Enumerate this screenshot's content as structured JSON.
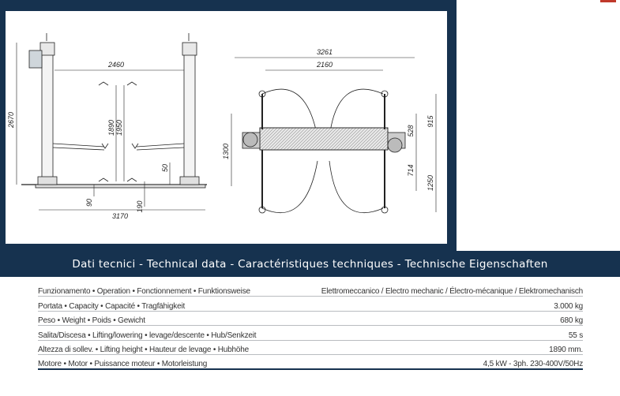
{
  "colors": {
    "frame": "#16324f",
    "header_text": "#ffffff",
    "accent": "#c0392b"
  },
  "drawing": {
    "front_view": {
      "dims": {
        "width_between_columns": "2460",
        "height_total": "2670",
        "lift_height": "1890",
        "height_alt": "1950",
        "pad_height": "50",
        "arm_min": "90",
        "overall_width": "3170",
        "min_height": "190"
      }
    },
    "top_view": {
      "dims": {
        "overall": "3261",
        "inner": "2160",
        "d915": "915",
        "d528": "528",
        "d714": "714",
        "d1250": "1250",
        "d1300": "1300"
      }
    }
  },
  "header": {
    "title": "Dati tecnici - Technical data - Caractéristiques techniques - Technische Eigenschaften"
  },
  "specs": [
    {
      "label": "Funzionamento • Operation • Fonctionnement • Funktionsweise",
      "value": "Elettromeccanico / Electro mechanic / Électro-mécanique / Elektromechanisch"
    },
    {
      "label": "Portata • Capacity • Capacité • Tragfähigkeit",
      "value": "3.000 kg"
    },
    {
      "label": "Peso • Weight • Poids • Gewicht",
      "value": "680 kg"
    },
    {
      "label": "Salita/Discesa • Lifting/lowering • levage/descente • Hub/Senkzeit",
      "value": "55 s"
    },
    {
      "label": "Altezza di sollev. • Lifting height • Hauteur de levage • Hubhöhe",
      "value": "1890 mm."
    },
    {
      "label": "Motore • Motor • Puissance moteur • Motorleistung",
      "value": "4,5 kW - 3ph. 230-400V/50Hz"
    }
  ]
}
